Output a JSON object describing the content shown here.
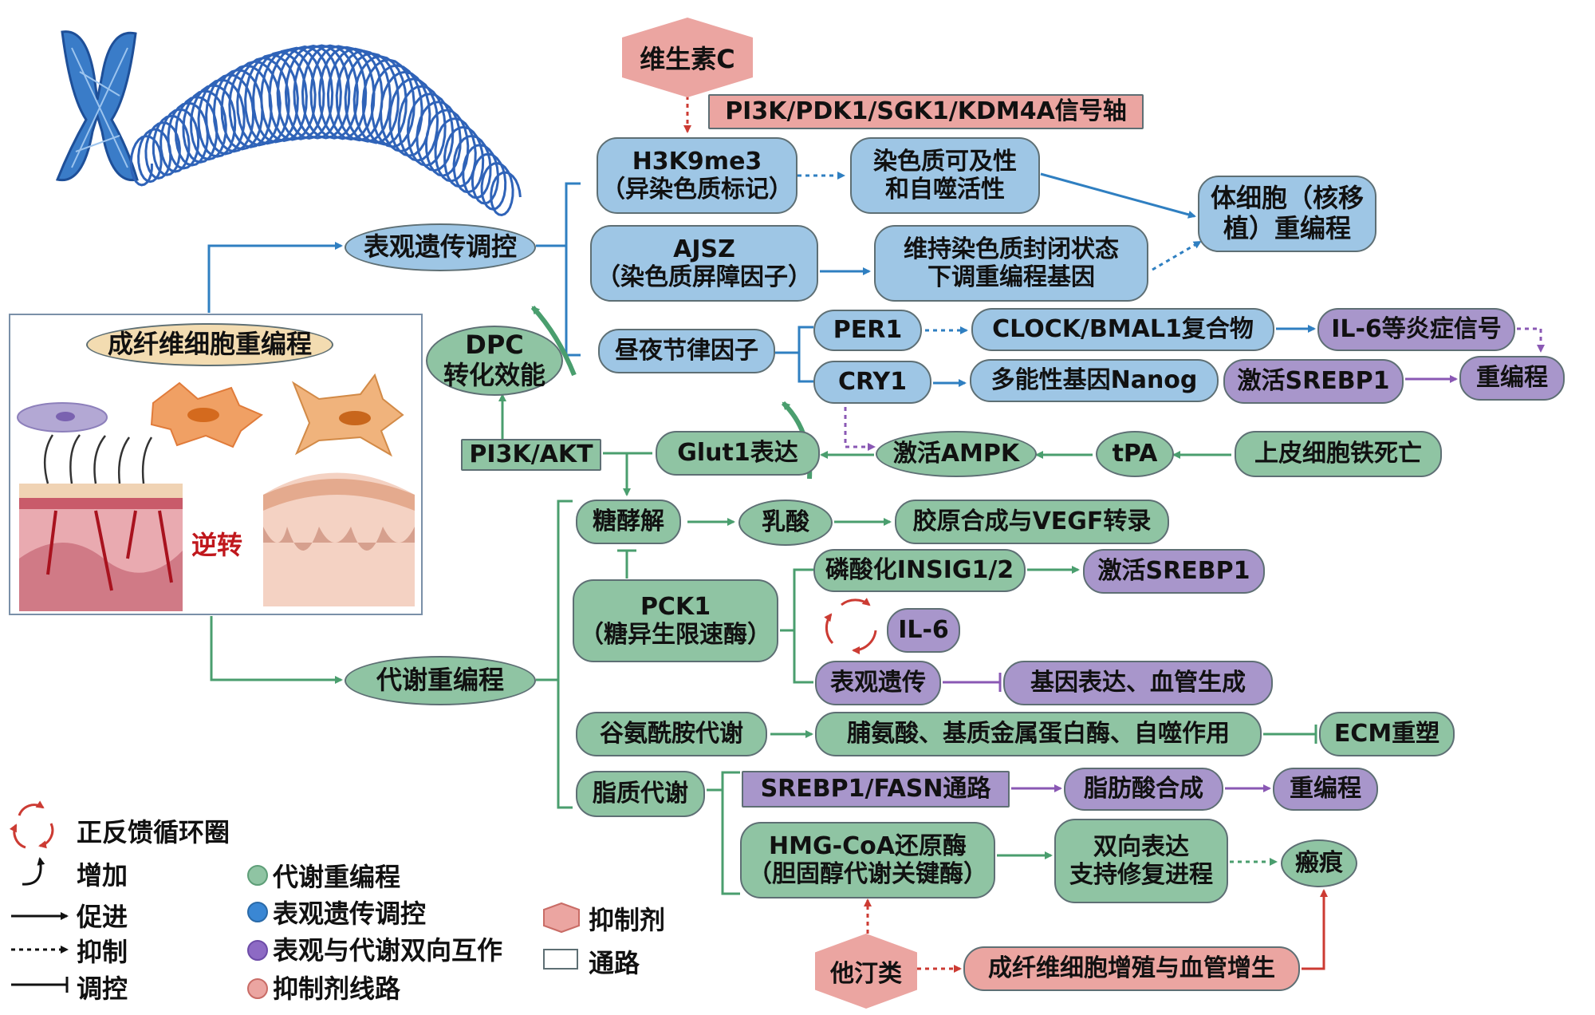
{
  "nodes": {
    "vitc": "维生素C",
    "pi3k_axis": "PI3K/PDK1/SGK1/KDM4A信号轴",
    "h3k9": [
      "H3K9me3",
      "（异染色质标记）"
    ],
    "chromatin_access": [
      "染色质可及性",
      "和自噬活性"
    ],
    "somatic": [
      "体细胞（核移",
      "植）重编程"
    ],
    "ajsz": [
      "AJSZ",
      "（染色质屏障因子）"
    ],
    "maintain": [
      "维持染色质封闭状态",
      "下调重编程基因"
    ],
    "epigenetic": "表观遗传调控",
    "fibro_title": "成纤维细胞重编程",
    "dpc": [
      "DPC",
      "转化效能"
    ],
    "circadian": "昼夜节律因子",
    "per1": "PER1",
    "clock": "CLOCK/BMAL1复合物",
    "il6_signal": "IL-6等炎症信号",
    "cry1": "CRY1",
    "nanog": "多能性基因Nanog",
    "srebp1_act1": "激活SREBP1",
    "reprog1": "重编程",
    "pi3k_akt": "PI3K/AKT",
    "glut1": "Glut1表达",
    "ampk": "激活AMPK",
    "tpa": "tPA",
    "ferro": "上皮细胞铁死亡",
    "glycolysis": "糖酵解",
    "lactate": "乳酸",
    "collagen": "胶原合成与VEGF转录",
    "pck1": [
      "PCK1",
      "（糖异生限速酶）"
    ],
    "insig": "磷酸化INSIG1/2",
    "srebp1_act2": "激活SREBP1",
    "il6": "IL-6",
    "epi_small": "表观遗传",
    "gene_expr": "基因表达、血管生成",
    "metabolic": "代谢重编程",
    "glutamine": "谷氨酰胺代谢",
    "proline": "脯氨酸、基质金属蛋白酶、自噬作用",
    "ecm": "ECM重塑",
    "lipid": "脂质代谢",
    "srebp_fasn": "SREBP1/FASN通路",
    "fatty": "脂肪酸合成",
    "reprog2": "重编程",
    "hmg": [
      "HMG-CoA还原酶",
      "（胆固醇代谢关键酶）"
    ],
    "bidirect": [
      "双向表达",
      "支持修复进程"
    ],
    "scar": "瘢痕",
    "statin": "他汀类",
    "fibro_prolif": "成纤维细胞增殖与血管增生",
    "reverse": "逆转"
  },
  "legend": {
    "feedback": "正反馈循环圈",
    "increase": "增加",
    "promote": "促进",
    "inhibit": "抑制",
    "regulate": "调控",
    "metabolic": "代谢重编程",
    "epigenetic": "表观遗传调控",
    "bidirectional": "表观与代谢双向互作",
    "inhibitor_route": "抑制剂线路",
    "inhibitor": "抑制剂",
    "pathway": "通路"
  },
  "colors": {
    "green": "#8fc4a3",
    "blue": "#9ec6e5",
    "purple": "#a896cb",
    "pink": "#eba5a1",
    "arrow_green": "#4a9e6e",
    "arrow_blue": "#2f7fc1",
    "arrow_purple": "#8a58b4",
    "arrow_red": "#cc3b33"
  }
}
